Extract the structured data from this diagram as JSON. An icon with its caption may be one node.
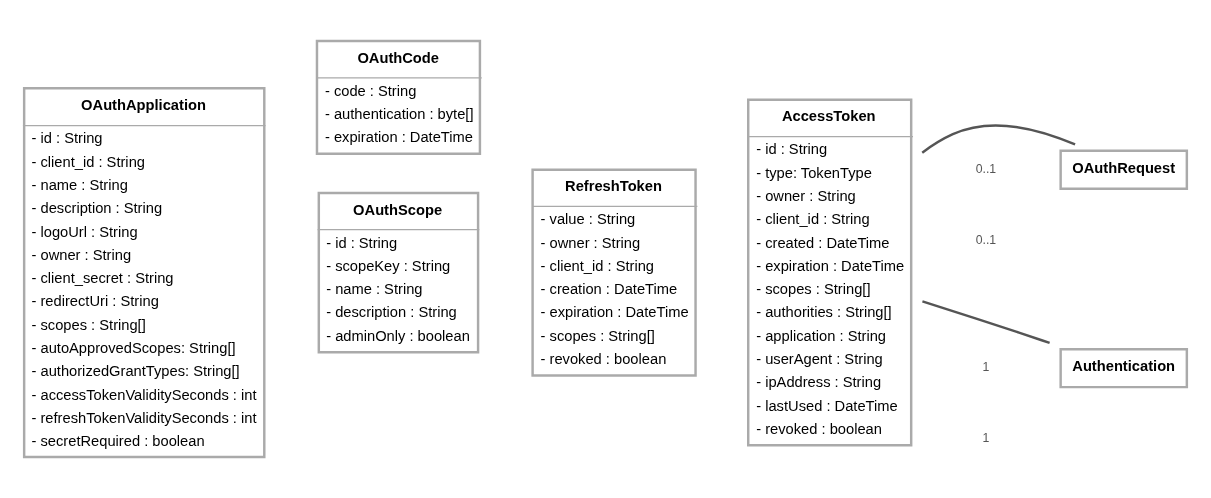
{
  "diagram": {
    "nodes": [
      {
        "text": [
          "OAuthApplication",
          "- id : String",
          "- client_id : String",
          "- name : String",
          "- description : String",
          "- logoUrl : String",
          "- owner : String",
          "- client_secret : String",
          "- redirectUri : String",
          "- scopes : String[]",
          "- autoApprovedScopes: String[]",
          "- authorizedGrantTypes: String[]",
          "- accessTokenValiditySeconds : int",
          "- refreshTokenValiditySeconds : int",
          "- secretRequired : boolean"
        ]
      },
      {
        "text": [
          "OAuthScope",
          "- id : String",
          "- scopeKey : String",
          "- name : String",
          "- description : String",
          "- adminOnly : boolean"
        ]
      },
      {
        "text": [
          "OAuthCode",
          "- code : String",
          "- authentication : byte[]",
          "- expiration : DateTime"
        ]
      },
      {
        "text": [
          "RefreshToken",
          "- value : String",
          "- owner : String",
          "- client_id : String",
          "- creation : DateTime",
          "- expiration : DateTime",
          "- scopes : String[]",
          "- revoked : boolean"
        ]
      },
      {
        "text": [
          "AccessToken",
          "- id : String",
          "- type: TokenType",
          "- owner : String",
          "- client_id : String",
          "- created : DateTime",
          "- expiration : DateTime",
          "- scopes : String[]",
          "- authorities : String[]",
          "- application : String",
          "- userAgent : String",
          "- ipAddress : String",
          "- lastUsed : DateTime",
          "- revoked : boolean"
        ]
      },
      {
        "text": [
          "OAuthRequest"
        ]
      },
      {
        "text": [
          "Authentication"
        ]
      }
    ],
    "edges": [
      {
        "from": 4,
        "to": 5,
        "arrow": "none"
      },
      {
        "from": 4,
        "to": 6,
        "arrow": "none"
      }
    ],
    "labels": [
      "0..1",
      "0..1",
      "1",
      "1"
    ]
  }
}
